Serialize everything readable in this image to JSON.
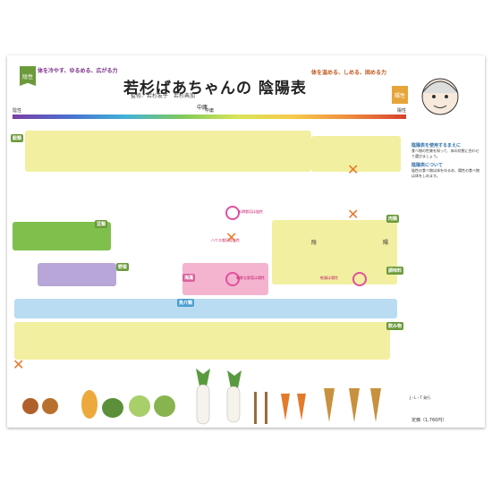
{
  "title": "若杉ばあちゃんの 陰陽表",
  "subtitle_lines": [
    "監修／若杉友子　若杉典加"
  ],
  "yin_label": "陰性",
  "yang_label": "陽性",
  "yin_note": "体を冷やす、ゆるめる、広がる力",
  "yang_note": "体を温める、しめる、固める力",
  "center_label": "中庸",
  "side": {
    "sections": [
      {
        "heading": "陰陽表を使用するまえに",
        "text": "食べ物の性質を知って、体の状態に合わせて選びましょう。"
      },
      {
        "heading": "陰陽表について",
        "text": "陰性の食べ物は体をゆるめ、陽性の食べ物は体をしめます。"
      }
    ],
    "footer": "J・L・T 発行",
    "price": "定価（1,760円）"
  },
  "marks": {
    "yin_sign": "陰",
    "yang_sign": "陽"
  },
  "pink_labels": [
    "水耕栽培は陰性",
    "ハウス栽培は陰性",
    "新鮮な野菜は陽性",
    "乾燥は陽性"
  ],
  "categories": [
    "穀類",
    "豆類",
    "野菜",
    "海藻",
    "魚介類",
    "肉類",
    "調味料",
    "飲み物"
  ],
  "colors": {
    "yellow_band": "#f2efa0",
    "green_band": "#7fbf4c",
    "purple_band": "#b8a6d8",
    "pink_band": "#f4b4cf",
    "blue_band": "#b9dcf2",
    "light_green_band": "#cfe7a6"
  },
  "scale_labels": [
    "陰性",
    "中庸",
    "陽性"
  ],
  "icons": [
    "portrait-icon",
    "radish-icon",
    "pumpkin-icon",
    "cabbage-icon",
    "chestnut-icon",
    "burdock-icon",
    "carrot-icon",
    "dandelion-icon"
  ]
}
